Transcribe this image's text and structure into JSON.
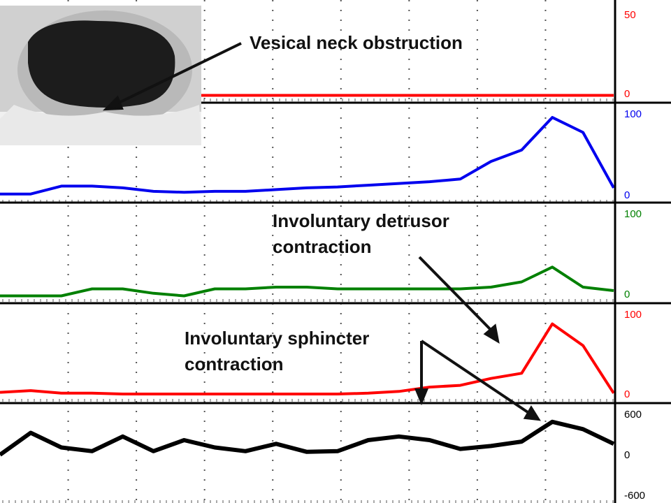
{
  "chart_data": {
    "type": "line",
    "title": "",
    "xlabel": "",
    "grid": true,
    "x": [
      0,
      5,
      10,
      15,
      20,
      25,
      30,
      35,
      40,
      45,
      50,
      55,
      60,
      65,
      70,
      75,
      80,
      85,
      90,
      95,
      100
    ],
    "panels": [
      {
        "name": "",
        "color": "#ff0000",
        "ylim": [
          0,
          50
        ],
        "tick_labels": [
          "50",
          "0"
        ],
        "values": [
          1,
          1,
          1,
          1,
          1,
          1,
          1,
          1,
          1,
          1,
          1,
          1,
          1,
          1,
          1,
          1,
          1,
          1,
          1,
          1,
          1
        ]
      },
      {
        "name": "",
        "color": "#0000ee",
        "ylim": [
          0,
          100
        ],
        "tick_labels": [
          "100",
          "0"
        ],
        "values": [
          5,
          5,
          14,
          14,
          12,
          8,
          7,
          8,
          8,
          10,
          12,
          13,
          15,
          17,
          19,
          22,
          42,
          55,
          92,
          75,
          12
        ]
      },
      {
        "name": "",
        "color": "#008000",
        "ylim": [
          0,
          100
        ],
        "tick_labels": [
          "100",
          "0"
        ],
        "values": [
          2,
          2,
          2,
          10,
          10,
          5,
          2,
          10,
          10,
          12,
          12,
          10,
          10,
          10,
          10,
          10,
          12,
          18,
          35,
          12,
          8
        ]
      },
      {
        "name": "",
        "color": "#ff0000",
        "ylim": [
          0,
          100
        ],
        "tick_labels": [
          "100",
          "0"
        ],
        "values": [
          6,
          8,
          5,
          5,
          4,
          4,
          4,
          4,
          4,
          4,
          4,
          4,
          5,
          7,
          12,
          14,
          22,
          28,
          85,
          60,
          5
        ]
      },
      {
        "name": "",
        "color": "#000000",
        "ylim": [
          -600,
          600
        ],
        "tick_labels": [
          "600",
          "0",
          "-600"
        ],
        "values": [
          0,
          300,
          100,
          50,
          250,
          50,
          200,
          100,
          50,
          150,
          40,
          50,
          200,
          250,
          200,
          80,
          120,
          180,
          450,
          350,
          150
        ]
      }
    ],
    "annotations": [
      {
        "text": "Vesical neck obstruction"
      },
      {
        "text": "Involuntary detrusor",
        "text2": "contraction"
      },
      {
        "text": "Involuntary  sphincter",
        "text2": "contraction"
      }
    ]
  },
  "colors": {
    "grid_dot": "#555555",
    "divider": "#000000",
    "annotation": "#111111",
    "xray_bg": "#d9d9d9",
    "xray_cavity": "#202020"
  }
}
